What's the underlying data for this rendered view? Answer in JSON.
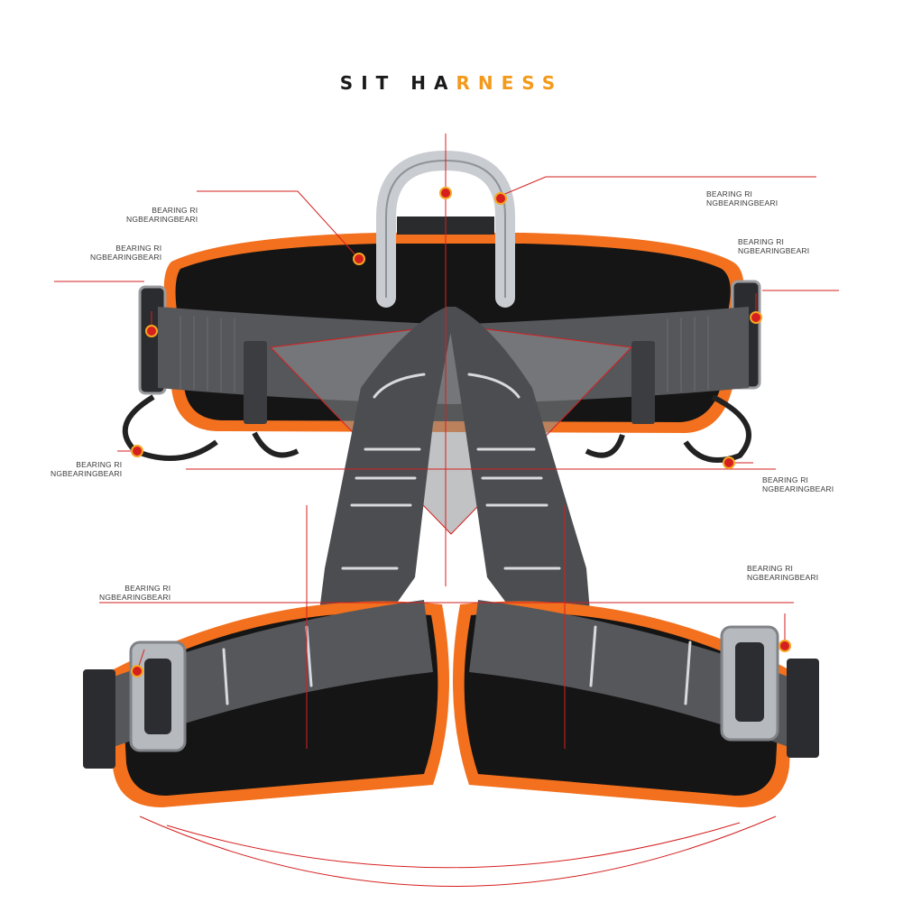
{
  "title": {
    "part1": "SIT HA",
    "part2": "RNESS"
  },
  "colors": {
    "webbing": "#55575b",
    "trim": "#f2701e",
    "padding": "#151515",
    "metal": "#c9ccd0",
    "callout": "#d61f1f",
    "title_accent": "#f39a1c"
  },
  "callouts": [
    {
      "id": "top-left",
      "line1": "BEARING RI",
      "line2": "NGBEARINGBEARI"
    },
    {
      "id": "mid-left",
      "line1": "BEARING RI",
      "line2": "NGBEARINGBEARI"
    },
    {
      "id": "top-right",
      "line1": "BEARING RI",
      "line2": "NGBEARINGBEARI"
    },
    {
      "id": "mid-right",
      "line1": "BEARING RI",
      "line2": "NGBEARINGBEARI"
    },
    {
      "id": "loop-left",
      "line1": "BEARING RI",
      "line2": "NGBEARINGBEARI"
    },
    {
      "id": "loop-right",
      "line1": "BEARING RI",
      "line2": "NGBEARINGBEARI"
    },
    {
      "id": "leg-left",
      "line1": "BEARING RI",
      "line2": "NGBEARINGBEARI"
    },
    {
      "id": "leg-right",
      "line1": "BEARING RI",
      "line2": "NGBEARINGBEARI"
    }
  ]
}
